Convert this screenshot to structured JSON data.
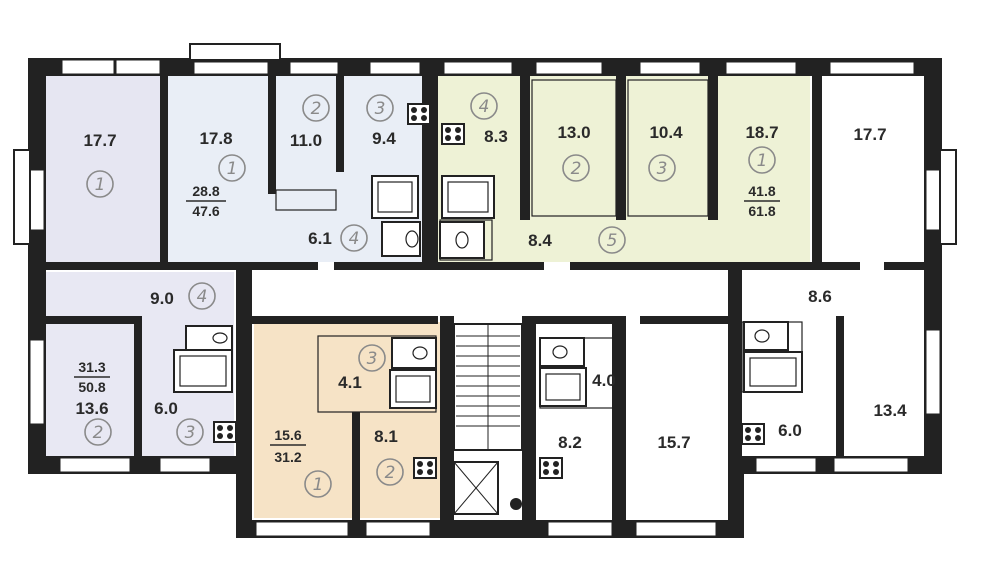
{
  "colors": {
    "apt_left_top": "#e6e6f2",
    "apt_left_mid": "#e9eef6",
    "apt_green": "#eef2d6",
    "apt_orange": "#f6e3c6",
    "apt_left_bottom": "#e8e8f3",
    "unshaded": "#ffffff",
    "walls": "#222222",
    "room_numbers": "#8a8a8a"
  },
  "apartments": [
    {
      "id": "top-left",
      "rooms": [
        {
          "area": "17.7",
          "number": "1"
        }
      ]
    },
    {
      "id": "top-blue",
      "living": "28.8",
      "total": "47.6",
      "rooms": [
        {
          "area": "17.8",
          "number": "1"
        },
        {
          "area": "11.0",
          "number": "2"
        },
        {
          "area": "9.4",
          "number": "3"
        },
        {
          "area": "6.1",
          "number": "4"
        }
      ]
    },
    {
      "id": "top-green",
      "living": "41.8",
      "total": "61.8",
      "rooms": [
        {
          "area": "8.3",
          "number": "4"
        },
        {
          "area": "13.0",
          "number": "2"
        },
        {
          "area": "10.4",
          "number": "3"
        },
        {
          "area": "18.7",
          "number": "1"
        },
        {
          "area": "8.4",
          "number": "5"
        }
      ]
    },
    {
      "id": "top-right",
      "rooms": [
        {
          "area": "17.7"
        }
      ]
    },
    {
      "id": "left-bottom",
      "living": "31.3",
      "total": "50.8",
      "rooms": [
        {
          "area": "9.0",
          "number": "4"
        },
        {
          "area": "13.6",
          "number": "2"
        },
        {
          "area": "6.0",
          "number": "3"
        }
      ]
    },
    {
      "id": "orange",
      "living": "15.6",
      "total": "31.2",
      "rooms": [
        {
          "area": "4.1",
          "number": "3"
        },
        {
          "area": "8.1",
          "number": "2"
        },
        {
          "number": "1"
        }
      ]
    },
    {
      "id": "center-bottom",
      "rooms": [
        {
          "area": "4.0"
        },
        {
          "area": "8.2"
        },
        {
          "area": "15.7"
        }
      ]
    },
    {
      "id": "right-bottom",
      "rooms": [
        {
          "area": "8.6"
        },
        {
          "area": "6.0"
        },
        {
          "area": "13.4"
        }
      ]
    }
  ]
}
